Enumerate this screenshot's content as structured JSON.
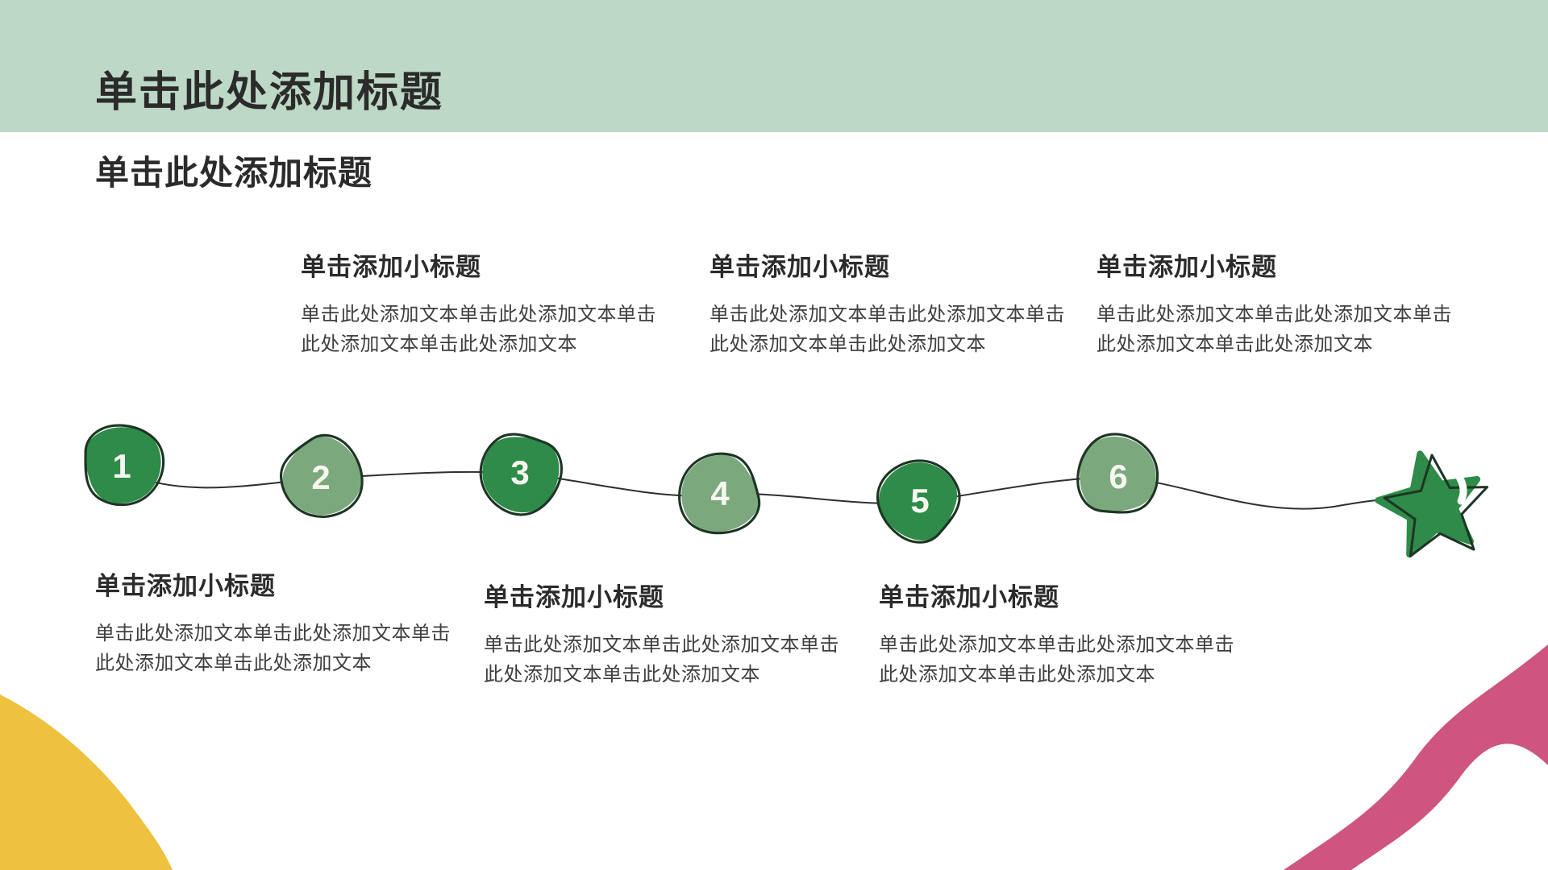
{
  "slide": {
    "banner_title": "单击此处添加标题",
    "section_title": "单击此处添加标题"
  },
  "colors": {
    "page_bg": "#ffffff",
    "banner_bg": "#bdd8c6",
    "dark_green": "#2e8b49",
    "light_green": "#7ba87d",
    "outline": "#1e3524",
    "node_number": "#f6f7ef",
    "line": "#2f2f2f",
    "star_highlight": "#ffffff",
    "corner_yellow": "#eec23e",
    "corner_pink": "#cd557f",
    "title_text": "#2b2b2b",
    "body_text": "#3f3f3f"
  },
  "timeline": {
    "endpoint": "star",
    "nodes": [
      {
        "number": "1",
        "variant": "dark"
      },
      {
        "number": "2",
        "variant": "light"
      },
      {
        "number": "3",
        "variant": "dark"
      },
      {
        "number": "4",
        "variant": "light"
      },
      {
        "number": "5",
        "variant": "dark"
      },
      {
        "number": "6",
        "variant": "light"
      }
    ]
  },
  "blocks": {
    "top": [
      {
        "title": "单击添加小标题",
        "body": "单击此处添加文本单击此处添加文本单击此处添加文本单击此处添加文本"
      },
      {
        "title": "单击添加小标题",
        "body": "单击此处添加文本单击此处添加文本单击此处添加文本单击此处添加文本"
      },
      {
        "title": "单击添加小标题",
        "body": "单击此处添加文本单击此处添加文本单击此处添加文本单击此处添加文本"
      }
    ],
    "bottom": [
      {
        "title": "单击添加小标题",
        "body": "单击此处添加文本单击此处添加文本单击此处添加文本单击此处添加文本"
      },
      {
        "title": "单击添加小标题",
        "body": "单击此处添加文本单击此处添加文本单击此处添加文本单击此处添加文本"
      },
      {
        "title": "单击添加小标题",
        "body": "单击此处添加文本单击此处添加文本单击此处添加文本单击此处添加文本"
      }
    ]
  }
}
